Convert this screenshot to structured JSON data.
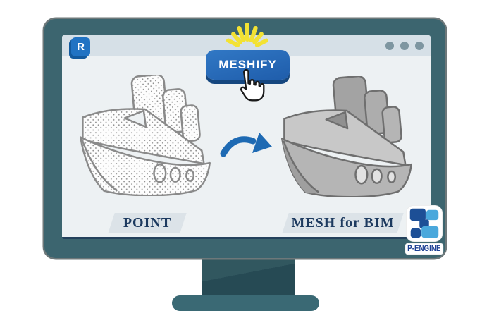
{
  "scene": {
    "description": "Point cloud to BIM mesh conversion illustration on a monitor",
    "background_color": "#ffffff"
  },
  "monitor": {
    "frame_color": "#3c656f",
    "stand_neck_color": "#2b505a",
    "stand_base_color": "#3a6974"
  },
  "window": {
    "titlebar_color": "#d6e0e7",
    "content_color": "#edf1f3",
    "app_icon": {
      "letter": "R",
      "color": "#2173c3",
      "shadow_color": "#135a9e"
    },
    "controls": {
      "dot_count": 3,
      "dot_color": "#7e96a1"
    }
  },
  "meshify_button": {
    "label": "MESHIFY",
    "face_color": "#2b6cb8",
    "edge_color": "#16477f",
    "rays_color": "#f3e233",
    "cursor": "click-hand"
  },
  "conversion": {
    "from_caption": "POINT",
    "to_caption": "MESH for BIM",
    "arrow_color": "#1e6ab3",
    "left_style": "point-cloud dotted ship",
    "right_style": "solid gray mesh ship"
  },
  "brand": {
    "name": "P-ENGINE",
    "dark_blue": "#1d4f96",
    "light_blue": "#4aa8dc",
    "text_color": "#1c3f93"
  }
}
